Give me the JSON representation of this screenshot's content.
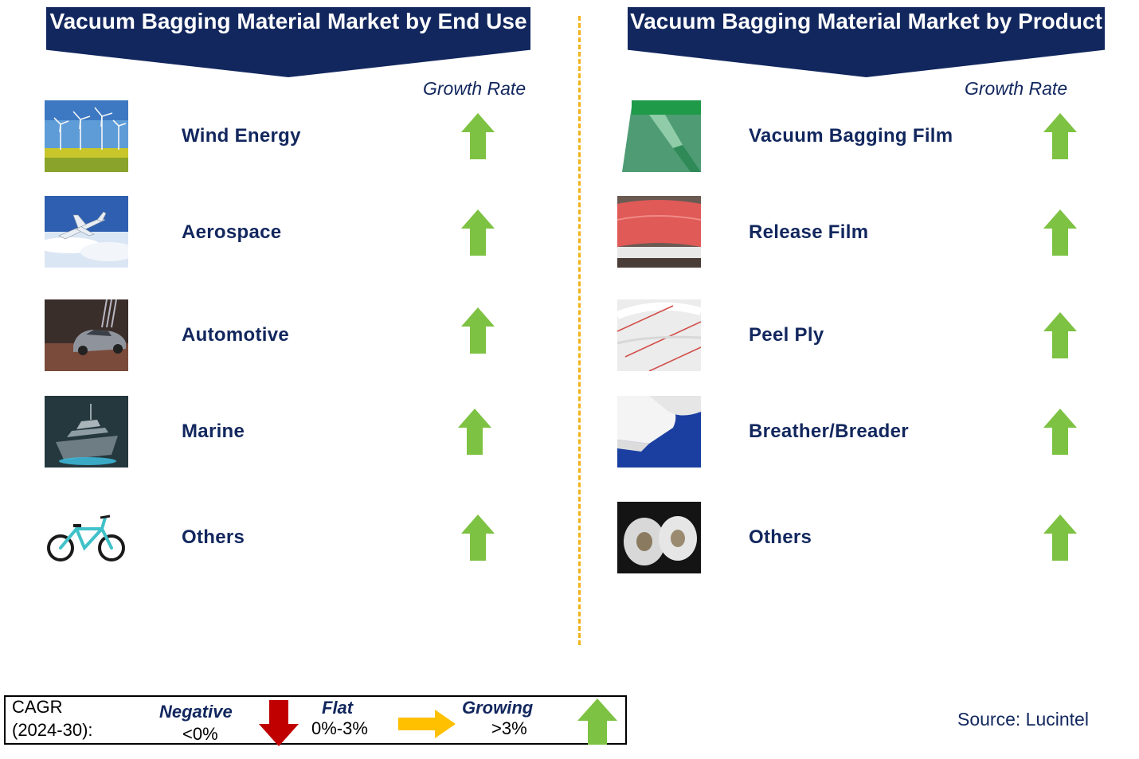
{
  "left": {
    "title": "Vacuum Bagging Material Market by End Use",
    "growth_header": "Growth Rate",
    "rows": [
      {
        "label": "Wind Energy",
        "image": "wind-turbines-image",
        "trend": "growing"
      },
      {
        "label": "Aerospace",
        "image": "airplane-image",
        "trend": "growing"
      },
      {
        "label": "Automotive",
        "image": "car-image",
        "trend": "growing"
      },
      {
        "label": "Marine",
        "image": "yacht-image",
        "trend": "growing"
      },
      {
        "label": "Others",
        "image": "bicycle-image",
        "trend": "growing"
      }
    ]
  },
  "right": {
    "title": "Vacuum Bagging Material Market by Product",
    "growth_header": "Growth Rate",
    "rows": [
      {
        "label": "Vacuum Bagging Film",
        "image": "green-film-roll-image",
        "trend": "growing"
      },
      {
        "label": "Release Film",
        "image": "red-film-roll-image",
        "trend": "growing"
      },
      {
        "label": "Peel Ply",
        "image": "peel-ply-fabric-image",
        "trend": "growing"
      },
      {
        "label": "Breather/Breader",
        "image": "breather-felt-image",
        "trend": "growing"
      },
      {
        "label": "Others",
        "image": "tape-rolls-image",
        "trend": "growing"
      }
    ]
  },
  "legend": {
    "title_line1": "CAGR",
    "title_line2": "(2024-30):",
    "negative_label": "Negative",
    "negative_range": "<0%",
    "flat_label": "Flat",
    "flat_range": "0%-3%",
    "growing_label": "Growing",
    "growing_range": ">3%"
  },
  "source": "Source: Lucintel",
  "colors": {
    "banner": "#12275e",
    "text": "#12275e",
    "growing": "#7dc242",
    "flat": "#ffc000",
    "negative": "#c00000",
    "divider": "#f2b21a"
  }
}
